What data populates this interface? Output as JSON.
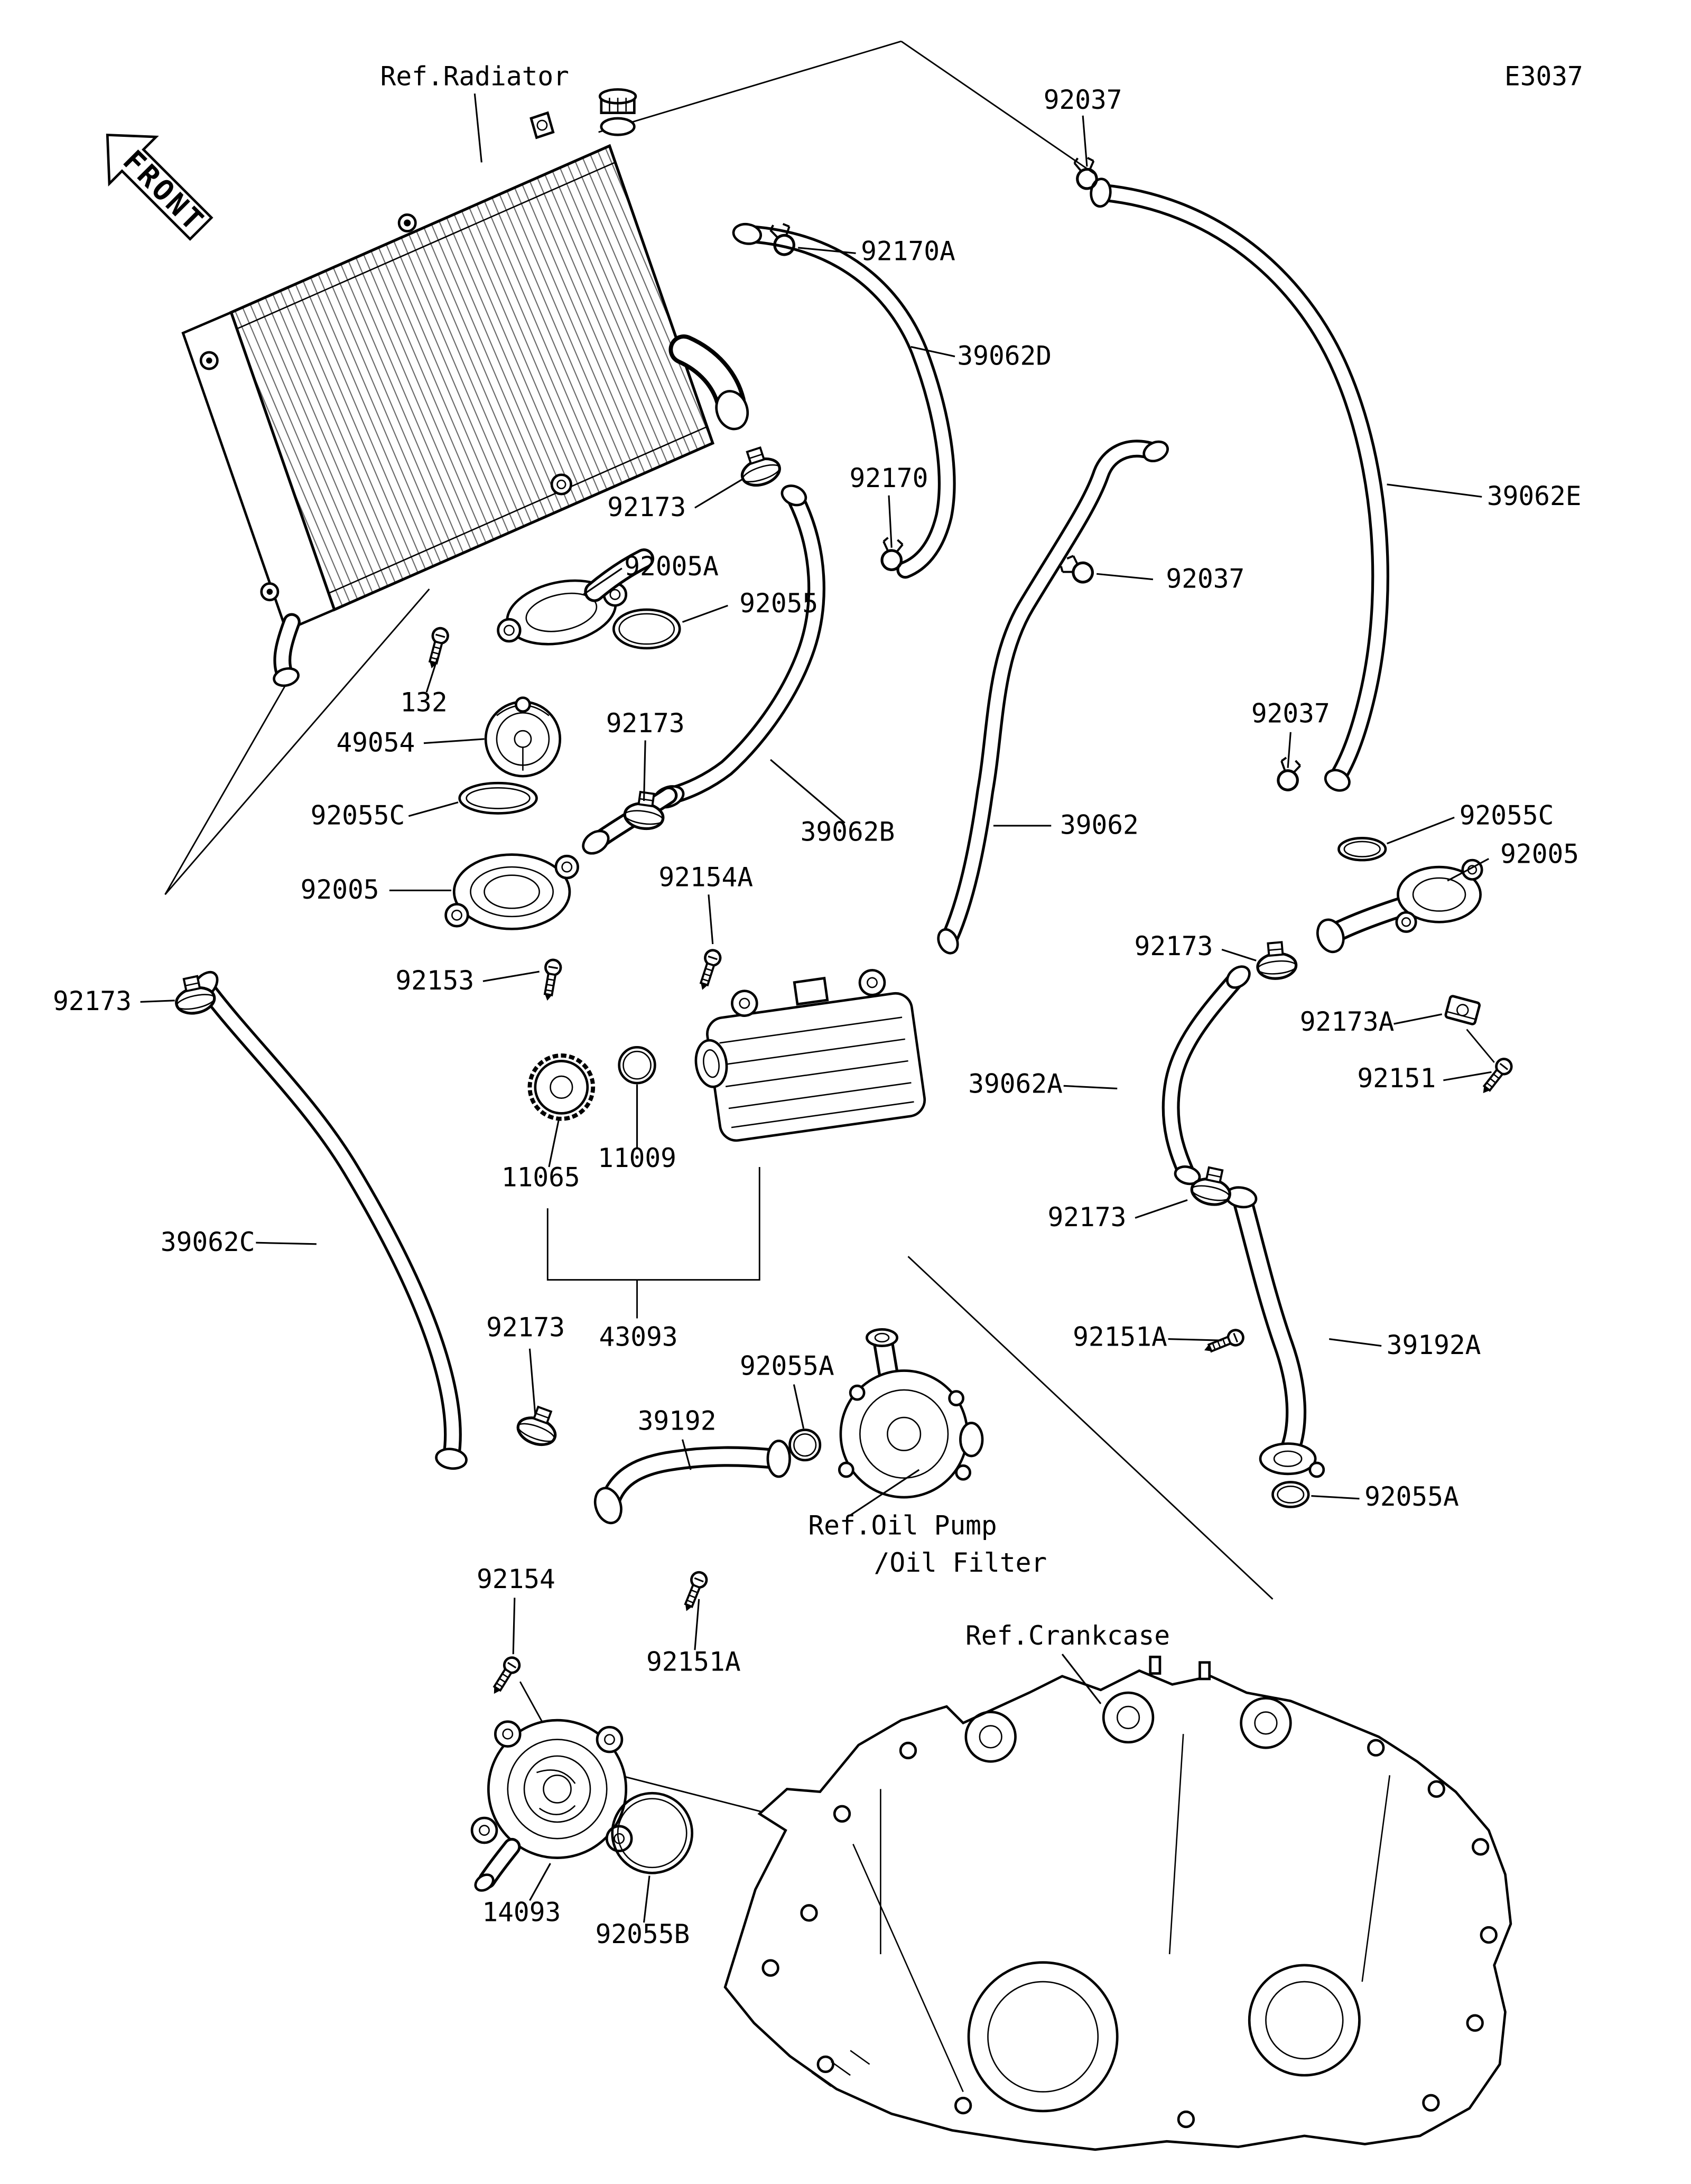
{
  "diagram_code": "E3037",
  "front_arrow": "FRONT",
  "refs": {
    "radiator": "Ref.Radiator",
    "oil_pump": "Ref.Oil Pump",
    "oil_filter": "/Oil Filter",
    "crankcase": "Ref.Crankcase"
  },
  "parts": {
    "92037": "92037",
    "92170A": "92170A",
    "39062D": "39062D",
    "39062E": "39062E",
    "92173": "92173",
    "92170": "92170",
    "92005A": "92005A",
    "92055": "92055",
    "132": "132",
    "49054": "49054",
    "92055C": "92055C",
    "39062B": "39062B",
    "39062": "39062",
    "92005": "92005",
    "92154A": "92154A",
    "92173A": "92173A",
    "92153": "92153",
    "92151": "92151",
    "39062A": "39062A",
    "11065": "11065",
    "11009": "11009",
    "39062C": "39062C",
    "43093": "43093",
    "92055A": "92055A",
    "92151A": "92151A",
    "39192A": "39192A",
    "39192": "39192",
    "92154": "92154",
    "14093": "14093",
    "92055B": "92055B"
  }
}
